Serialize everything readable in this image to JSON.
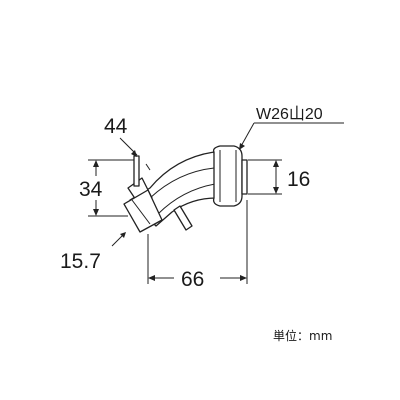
{
  "diagram": {
    "labels": {
      "dim_44": "44",
      "dim_34": "34",
      "dim_15_7": "15.7",
      "dim_66": "66",
      "dim_16": "16",
      "thread_spec": "W26山20"
    },
    "unit_note": "単位：mm"
  }
}
